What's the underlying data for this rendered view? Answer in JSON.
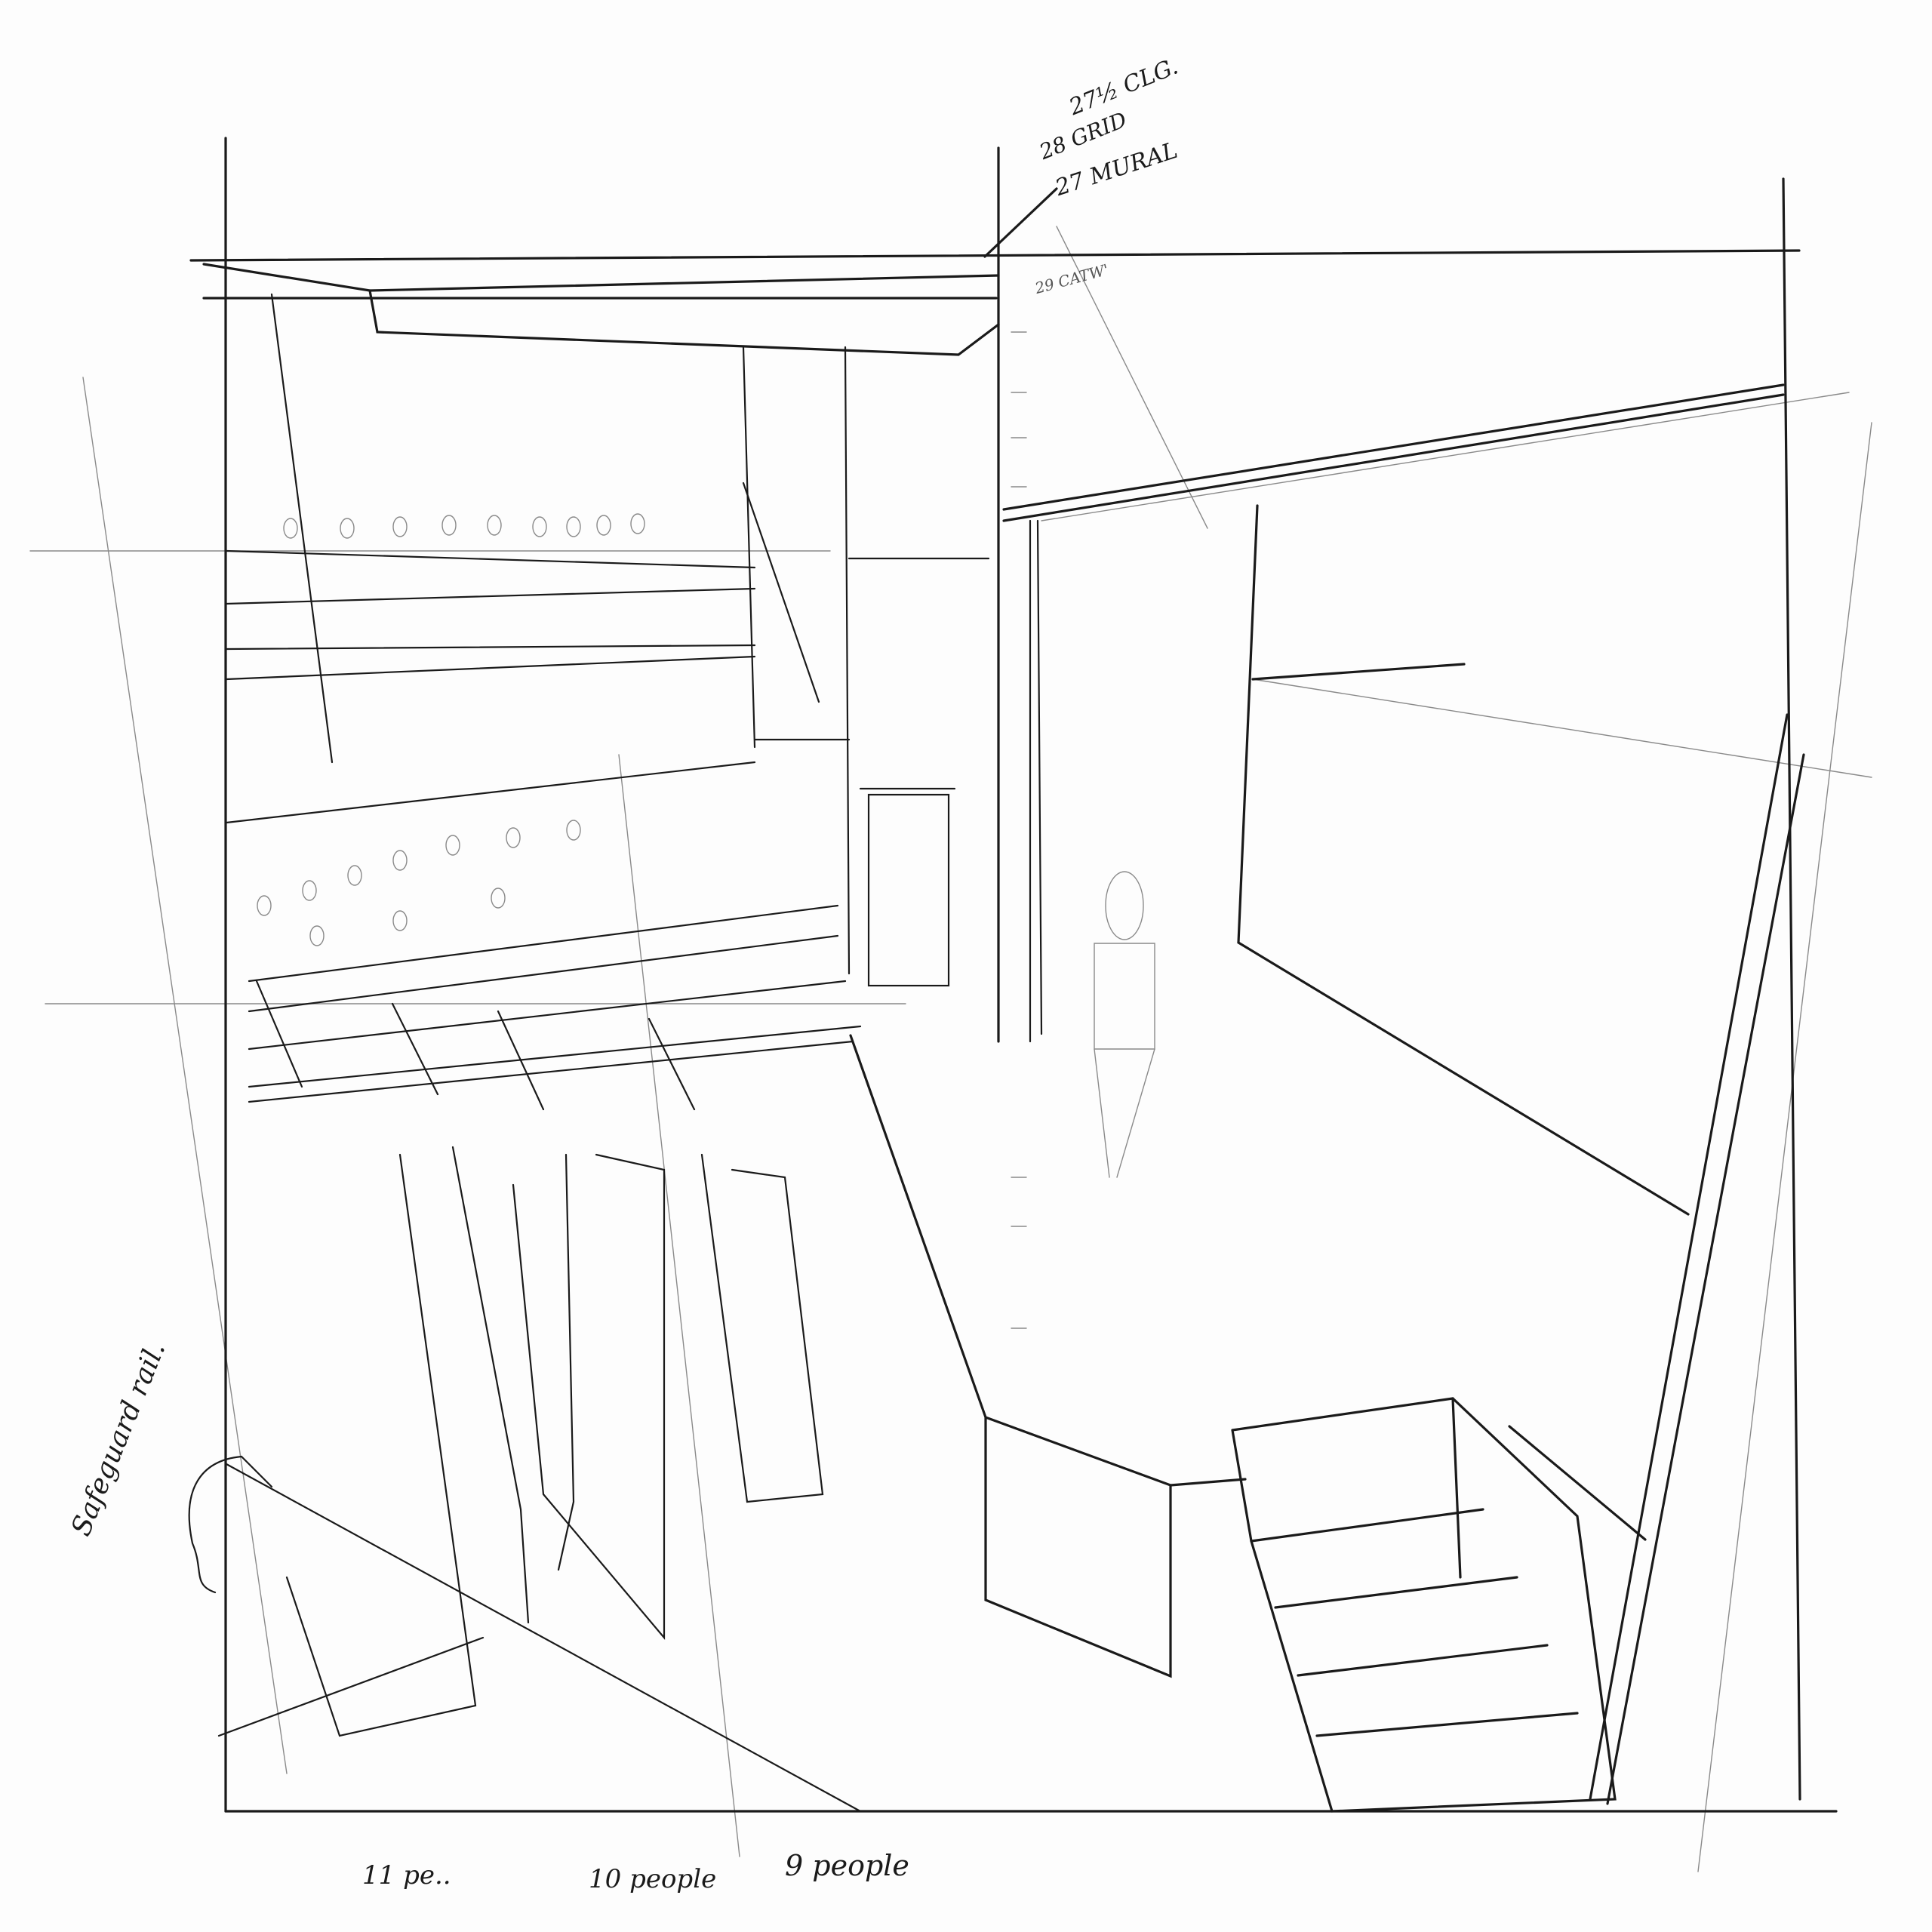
{
  "sketch": {
    "annotations": {
      "ceiling": "27½ CLG.",
      "grid": "28 GRID",
      "mural": "27 MURAL",
      "catwalk": "29 CATW'",
      "safeguard": "Safeguard rail.",
      "people_11": "11 pe..",
      "people_10": "10 people",
      "people_9": "9 people"
    },
    "ink_color": "#1a1a1a",
    "paper_color": "#fdfdfd"
  }
}
